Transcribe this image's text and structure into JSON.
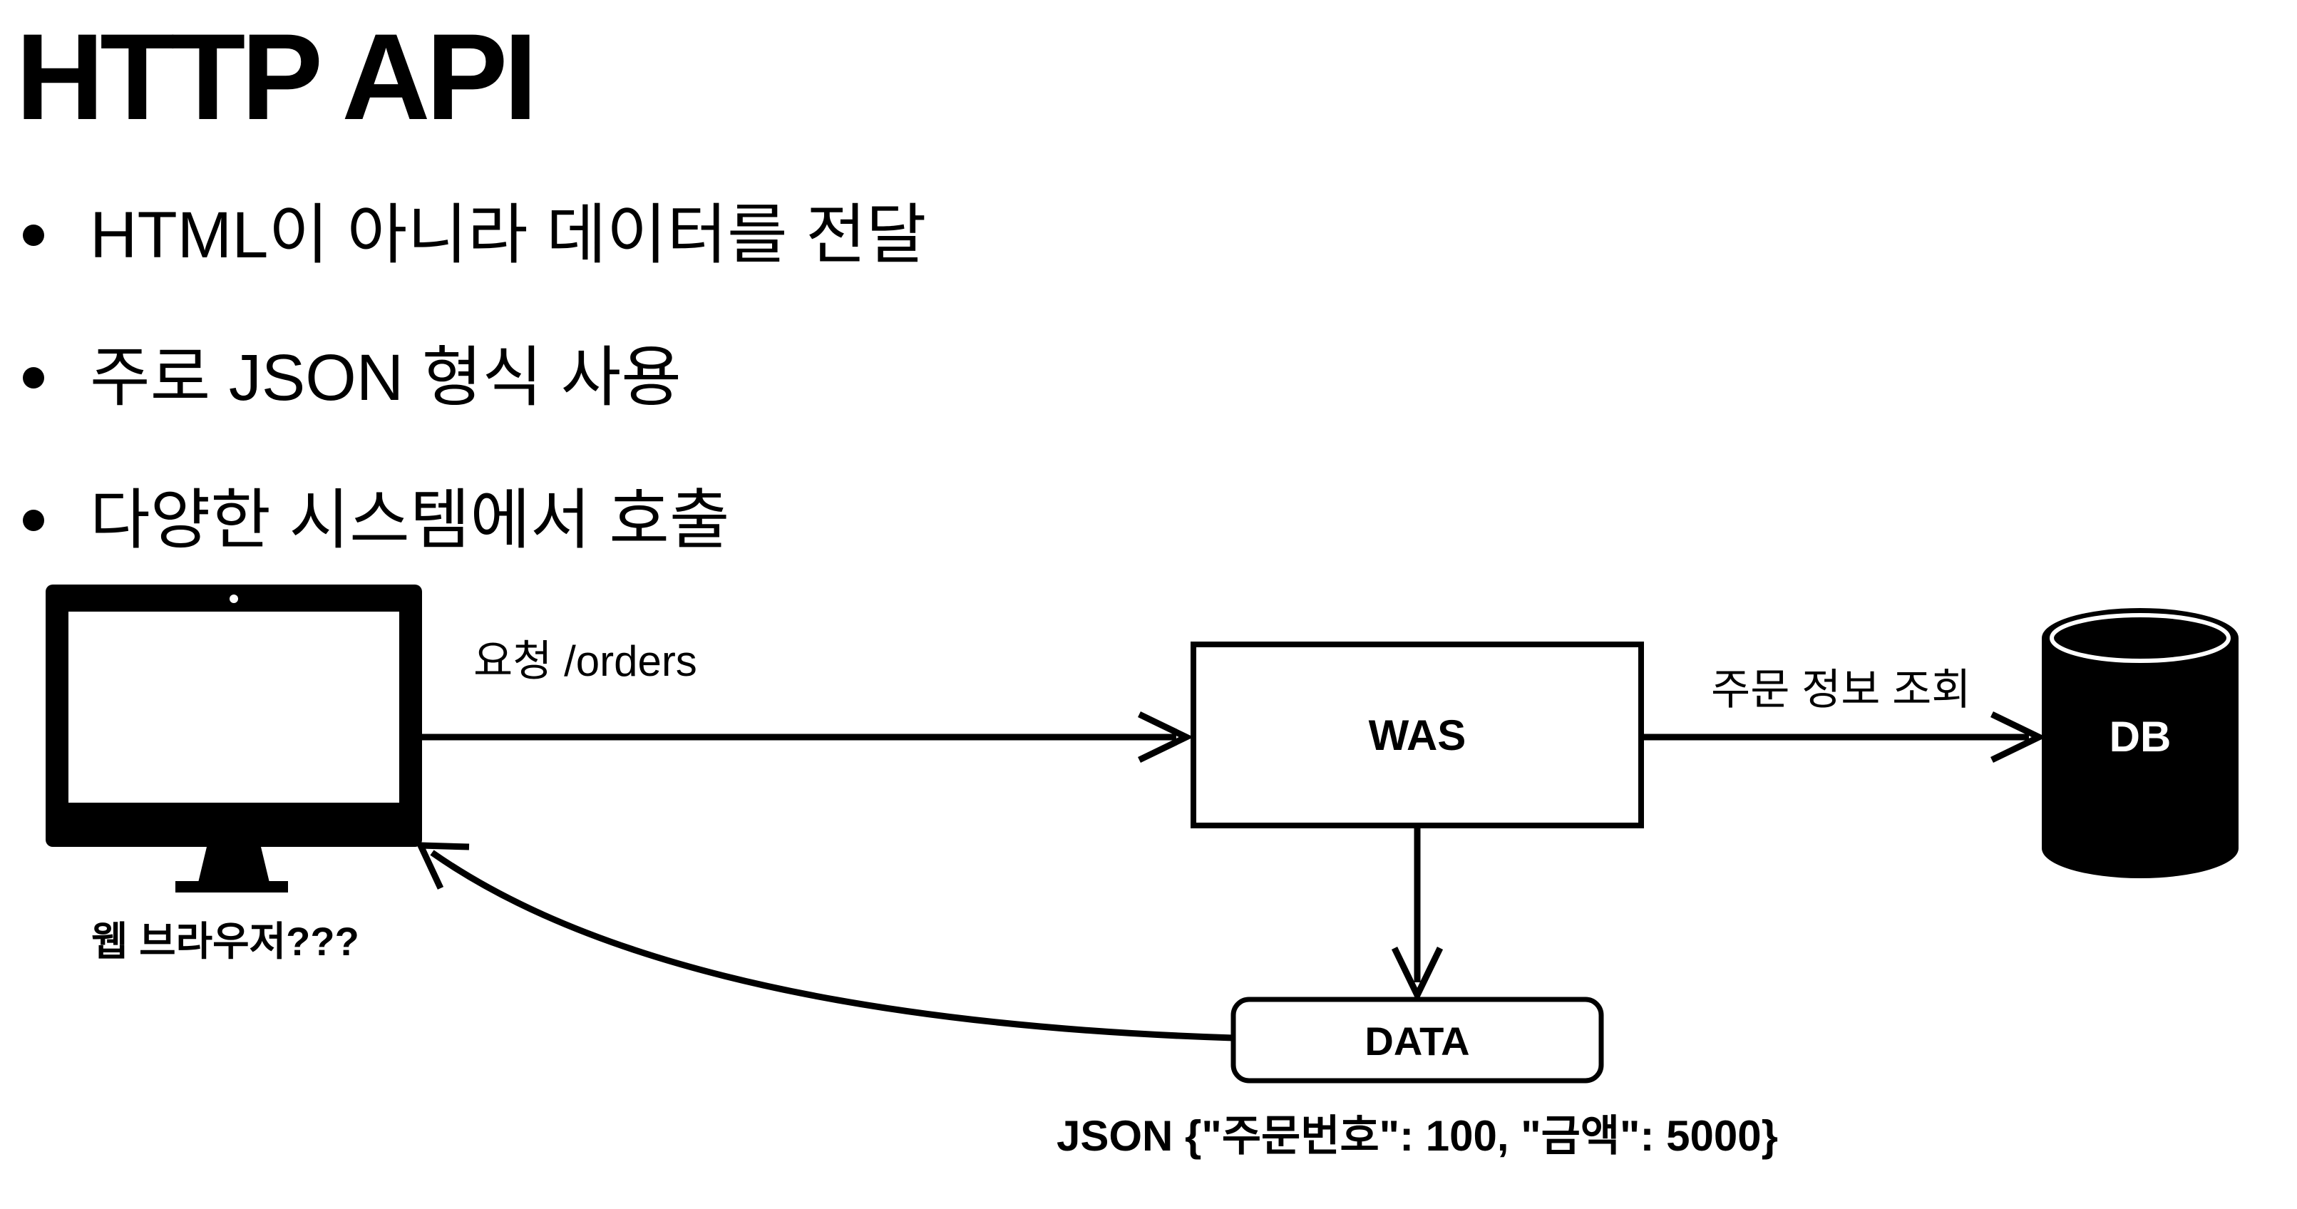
{
  "title": "HTTP API",
  "bullets": [
    "HTML이 아니라 데이터를 전달",
    "주로 JSON 형식 사용",
    "다양한 시스템에서 호출"
  ],
  "diagram": {
    "client_label": "웹 브라우저???",
    "request_label": "요청 /orders",
    "was_label": "WAS",
    "query_label": "주문 정보 조회",
    "db_label": "DB",
    "data_label": "DATA",
    "json_label": "JSON {\"주문번호\": 100, \"금액\": 5000}"
  },
  "colors": {
    "ink": "#000000",
    "paper": "#ffffff"
  }
}
